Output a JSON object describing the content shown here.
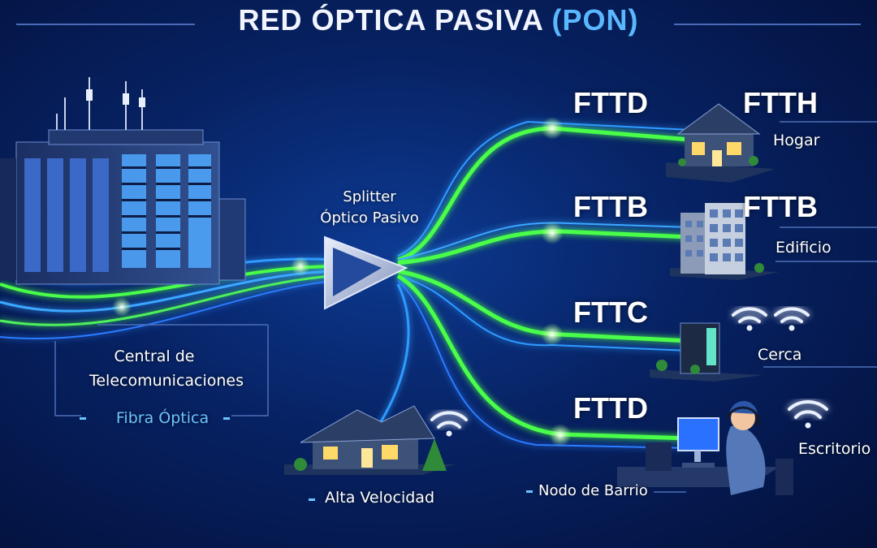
{
  "title": {
    "main": "RED ÓPTICA PASIVA",
    "accent": "(PON)"
  },
  "central": {
    "line1": "Central de",
    "line2": "Telecomunicaciones",
    "fiber": "Fibra Óptica"
  },
  "splitter": {
    "line1": "Splitter",
    "line2": "Óptico Pasivo"
  },
  "branches": [
    {
      "code": "FTTD",
      "end_code": "FTTH",
      "end_label": "Hogar"
    },
    {
      "code": "FTTB",
      "end_code": "FTTB",
      "end_label": "Edificio"
    },
    {
      "code": "FTTC",
      "end_label": "Cerca"
    },
    {
      "code": "FTTD",
      "end_label": "Escritorio"
    }
  ],
  "house_label": "Alta Velocidad",
  "node_label": "Nodo de Barrio",
  "colors": {
    "fiber_green": "#49ff4a",
    "fiber_blue": "#2f9bff",
    "accent_cyan": "#5ab8ff",
    "background": "#072263"
  }
}
